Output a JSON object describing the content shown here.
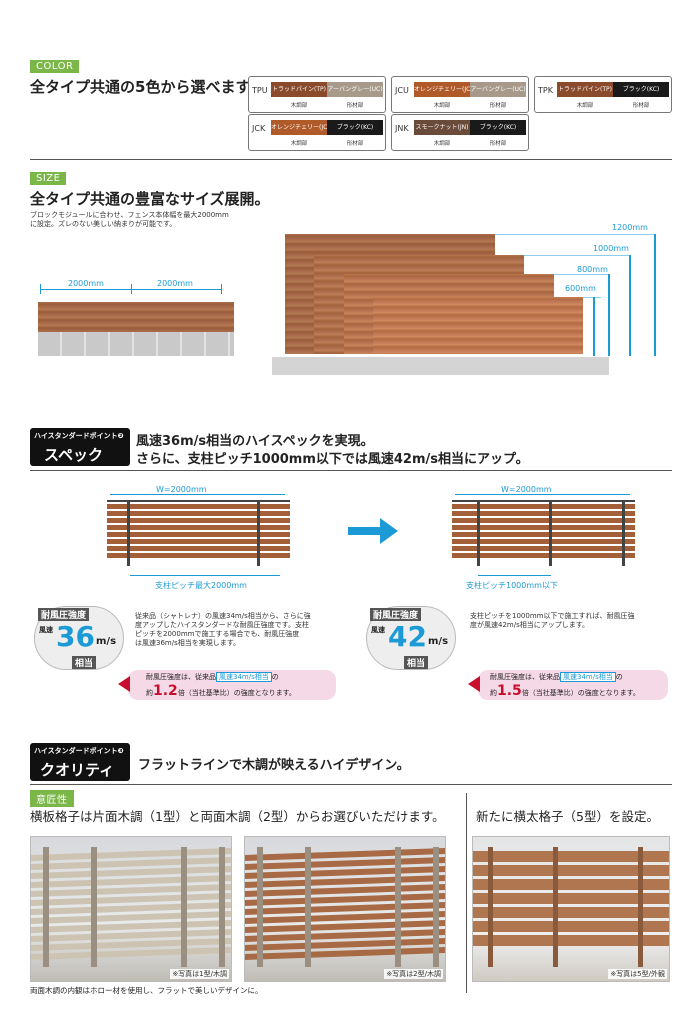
{
  "color": {
    "tag": "COLOR",
    "heading": "全タイプ共通の5色から選べます。",
    "swatches": [
      {
        "code": "TPU",
        "left": "トラッドパイン(TP)",
        "right": "アーバングレー(UC)",
        "left_color": "#8a4a2c",
        "right_color": "#a89a8a",
        "left_sub": "木調部",
        "right_sub": "形材部"
      },
      {
        "code": "JCU",
        "left": "オレンジチェリー(JC)",
        "right": "アーバングレー(UC)",
        "left_color": "#b05a2a",
        "right_color": "#a89a8a",
        "left_sub": "木調部",
        "right_sub": "形材部"
      },
      {
        "code": "TPK",
        "left": "トラッドパイン(TP)",
        "right": "ブラック(KC)",
        "left_color": "#8a4a2c",
        "right_color": "#1a1a1a",
        "left_sub": "木調部",
        "right_sub": "形材部"
      },
      {
        "code": "JCK",
        "left": "オレンジチェリー(JC)",
        "right": "ブラック(KC)",
        "left_color": "#b05a2a",
        "right_color": "#1a1a1a",
        "left_sub": "木調部",
        "right_sub": "形材部"
      },
      {
        "code": "JNK",
        "left": "スモークナット(JN)",
        "right": "ブラック(KC)",
        "left_color": "#6a4a38",
        "right_color": "#1a1a1a",
        "left_sub": "木調部",
        "right_sub": "形材部"
      }
    ]
  },
  "size": {
    "tag": "SIZE",
    "heading": "全タイプ共通の豊富なサイズ展開。",
    "desc1": "ブロックモジュールに合わせ、フェンス本体幅を最大2000mm",
    "desc2": "に設定。ズレのない美しい納まりが可能です。",
    "width1": "2000mm",
    "width2": "2000mm",
    "heights": [
      "1200mm",
      "1000mm",
      "800mm",
      "600mm"
    ]
  },
  "spec": {
    "badge_top": "ハイスタンダードポイント❷",
    "badge_main": "スペック",
    "line1": "風速36m/s相当のハイスペックを実現。",
    "line2": "さらに、支柱ピッチ1000mm以下では風速42m/s相当にアップ。",
    "left_w": "W=2000mm",
    "left_pitch": "支柱ピッチ最大2000mm",
    "right_w": "W=2000mm",
    "right_pitch": "支柱ピッチ1000mm以下",
    "left_seal": {
      "top": "耐風圧強度",
      "wind": "風速",
      "num": "36",
      "unit": "m/s",
      "bottom": "相当"
    },
    "right_seal": {
      "top": "耐風圧強度",
      "wind": "風速",
      "num": "42",
      "unit": "m/s",
      "bottom": "相当"
    },
    "left_text": [
      "従来品（シャトレナ）の風速34m/s相当から、さらに強",
      "度アップしたハイスタンダードな耐風圧強度です。支柱",
      "ピッチを2000mmで施工する場合でも、耐風圧強度",
      "は風速36m/s相当を実現します。"
    ],
    "right_text": [
      "支柱ピッチを1000mm以下で施工すれば、耐風圧強",
      "度が風速42m/s相当にアップします。"
    ],
    "left_note": {
      "a": "耐風圧強度は、従来品",
      "box": "風速34m/s相当",
      "b": "の",
      "c": "約",
      "num": "1.2",
      "d": "倍（当社基準比）の強度となります。"
    },
    "right_note": {
      "a": "耐風圧強度は、従来品",
      "box": "風速34m/s相当",
      "b": "の",
      "c": "約",
      "num": "1.5",
      "d": "倍（当社基準比）の強度となります。"
    }
  },
  "quality": {
    "badge_top": "ハイスタンダードポイント❸",
    "badge_main": "クオリティ",
    "heading": "フラットラインで木調が映えるハイデザイン。",
    "tag": "意匠性",
    "sub_left": "横板格子は片面木調（1型）と両面木調（2型）からお選びいただけます。",
    "sub_right": "新たに横太格子（5型）を設定。",
    "cap1": "※写真は1型/木調",
    "cap2": "※写真は2型/木調",
    "cap3": "※写真は5型/外観",
    "footnote": "両面木調の内観はホロー材を使用し、フラットで美しいデザインに。"
  }
}
